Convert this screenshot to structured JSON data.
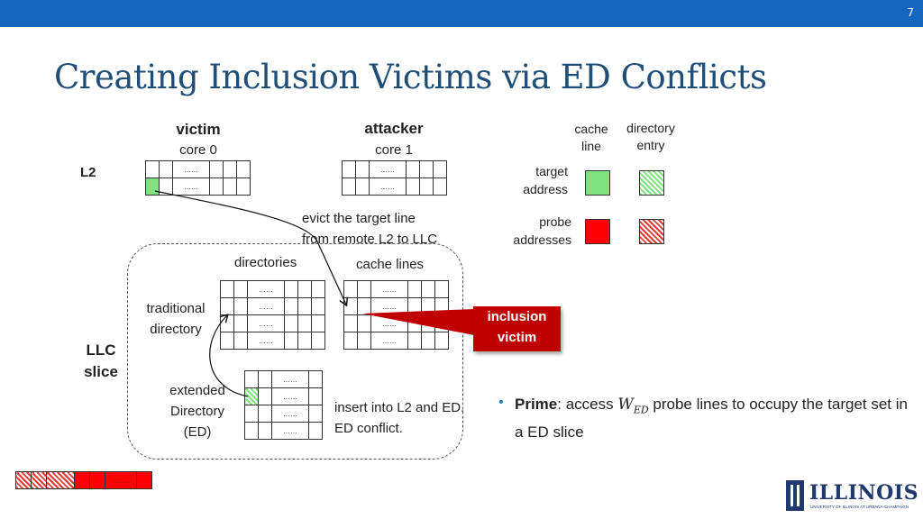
{
  "slide": {
    "number": "7",
    "title": "Creating Inclusion Victims via ED Conflicts"
  },
  "labels": {
    "victim": "victim",
    "core0": "core 0",
    "attacker": "attacker",
    "core1": "core 1",
    "l2": "L2",
    "llc_line1": "LLC",
    "llc_line2": "slice",
    "directories": "directories",
    "cache_lines": "cache lines",
    "traditional_line1": "traditional",
    "traditional_line2": "directory",
    "extended_line1": "extended",
    "extended_line2": "Directory",
    "extended_line3": "(ED)",
    "evict_line1": "evict the target line",
    "evict_line2": "from remote L2 to LLC",
    "insert_line1": "insert into L2 and ED.",
    "insert_line2": "ED conflict.",
    "callout_line1": "inclusion",
    "callout_line2": "victim",
    "ellipsis": "……"
  },
  "legend": {
    "cache_line_1": "cache",
    "cache_line_2": "line",
    "directory_entry_1": "directory",
    "directory_entry_2": "entry",
    "target_1": "target",
    "target_2": "address",
    "probe_1": "probe",
    "probe_2": "addresses"
  },
  "bullet": {
    "bold": "Prime",
    "text_before": ": access ",
    "math_main": "W",
    "math_sub": "ED",
    "text_after": " probe lines to occupy the target set in a ED slice"
  },
  "logo": {
    "text": "ILLINOIS",
    "subtext": "UNIVERSITY OF ILLINOIS AT URBANA-CHAMPAIGN"
  },
  "colors": {
    "bar": "#1565c0",
    "title": "#1f4e79",
    "target": "#7ee27e",
    "probe": "#ff0000",
    "callout": "#c00000",
    "logo": "#1f3a6e"
  }
}
